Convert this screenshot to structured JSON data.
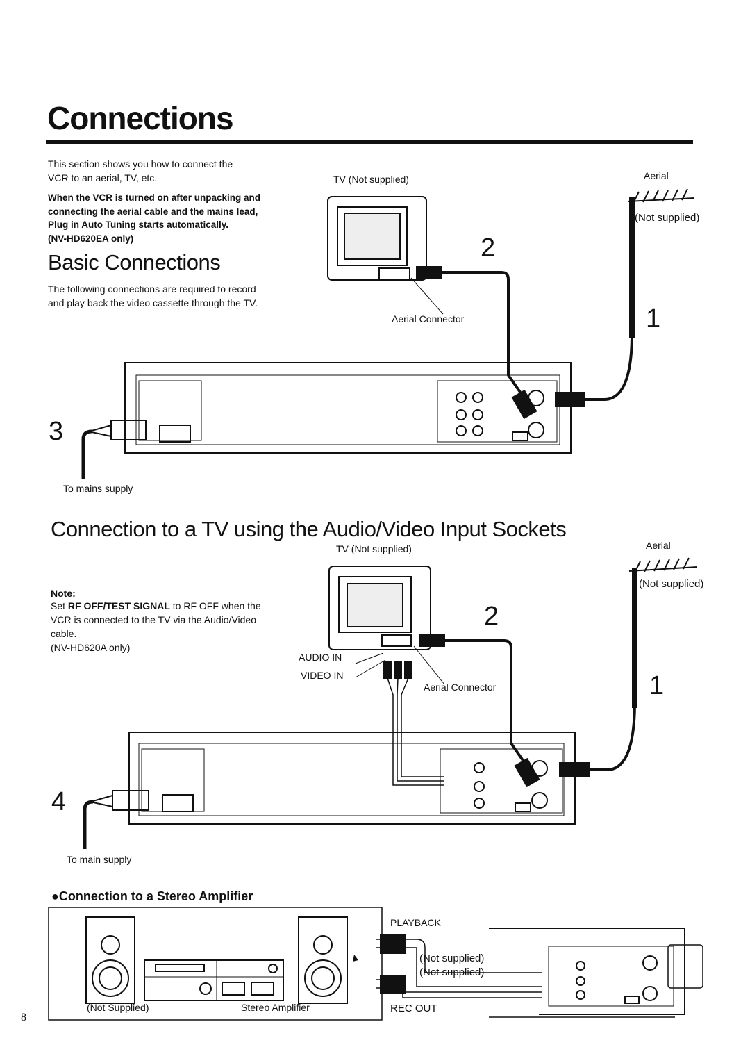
{
  "page": {
    "title": "Connections",
    "intro": [
      "This section shows you how to connect the",
      "VCR to an aerial, TV, etc."
    ],
    "bold_note": [
      "When the VCR is turned on after unpacking and",
      "connecting the aerial cable and the mains lead,",
      "Plug in Auto Tuning starts automatically.",
      "(NV-HD620EA only)"
    ],
    "page_number": "8"
  },
  "basic": {
    "heading": "Basic Connections",
    "text": [
      "The following connections are required to record",
      "and play back the video cassette through the TV."
    ],
    "tv_label": "TV (Not supplied)",
    "aerial_label": "Aerial",
    "aerial_not_supplied": "(Not supplied)",
    "aerial_connector": "Aerial Connector",
    "step_1": "1",
    "step_2": "2",
    "step_3": "3",
    "mains_label": "To mains supply"
  },
  "av": {
    "heading": "Connection to a TV using the Audio/Video Input Sockets",
    "tv_label": "TV (Not supplied)",
    "aerial_label": "Aerial",
    "aerial_not_supplied": "(Not supplied)",
    "note_heading": "Note:",
    "note_prefix": "Set ",
    "note_bold": "RF OFF/TEST SIGNAL",
    "note_rest": " to RF OFF when the",
    "note_lines": [
      "VCR is connected to the TV via the Audio/Video",
      "cable.",
      "(NV-HD620A only)"
    ],
    "audio_in": "AUDIO IN",
    "video_in": "VIDEO IN",
    "aerial_connector": "Aerial Connector",
    "step_1": "1",
    "step_2": "2",
    "step_4": "4",
    "mains_label": "To main supply"
  },
  "amp": {
    "heading": "●Connection to a Stereo Amplifier",
    "not_supplied_box": "(Not Supplied)",
    "amplifier_label": "Stereo Amplifier",
    "playback": "PLAYBACK",
    "not_supplied_1": "(Not supplied)",
    "not_supplied_2": "(Not supplied)",
    "rec_out": "REC OUT"
  }
}
